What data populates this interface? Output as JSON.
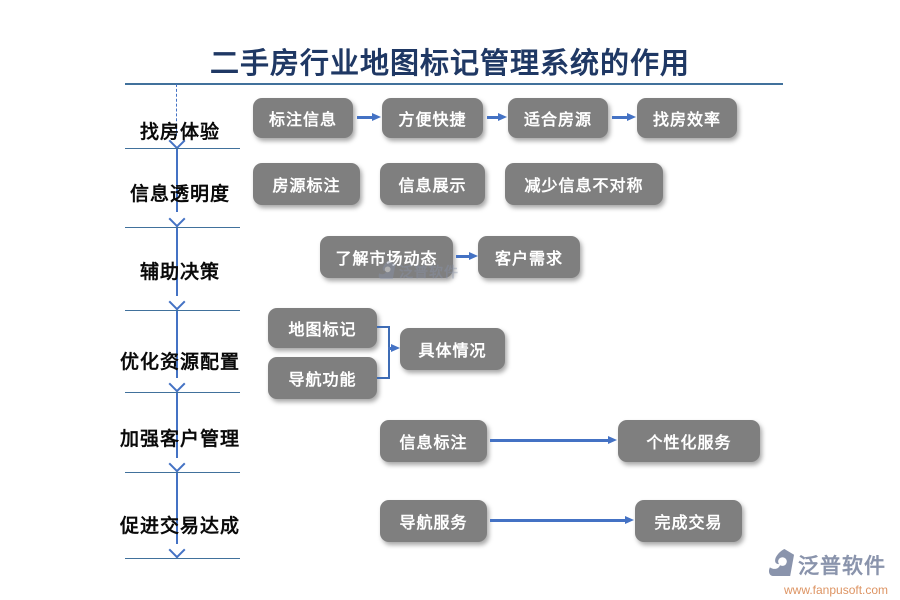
{
  "title": "二手房行业地图标记管理系统的作用",
  "rows": [
    {
      "label": "找房体验",
      "boxes": [
        "标注信息",
        "方便快捷",
        "适合房源",
        "找房效率"
      ]
    },
    {
      "label": "信息透明度",
      "boxes": [
        "房源标注",
        "信息展示",
        "减少信息不对称"
      ]
    },
    {
      "label": "辅助决策",
      "boxes": [
        "了解市场动态",
        "客户需求"
      ]
    },
    {
      "label": "优化资源配置",
      "boxes": [
        "地图标记",
        "导航功能",
        "具体情况"
      ]
    },
    {
      "label": "加强客户管理",
      "boxes": [
        "信息标注",
        "个性化服务"
      ]
    },
    {
      "label": "促进交易达成",
      "boxes": [
        "导航服务",
        "完成交易"
      ]
    }
  ],
  "watermark": {
    "brand": "泛普软件"
  },
  "footer": {
    "brand": "泛普软件",
    "url": "www.fanpusoft.com"
  },
  "colors": {
    "title_navy": "#1F3864",
    "box_gray": "#7F7F7F",
    "box_text": "#FFFFFF",
    "arrow_blue": "#4472C4",
    "guide_line": "#41719C",
    "brand_gray_blue": "#8A94AC",
    "url_orange": "#DD9463"
  }
}
